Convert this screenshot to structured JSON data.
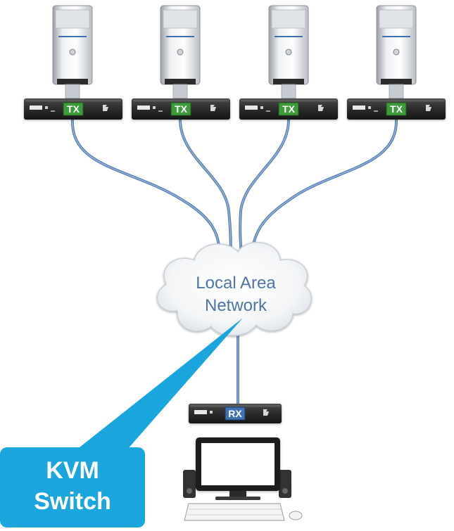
{
  "diagram": {
    "transmitters": [
      {
        "label": "TX"
      },
      {
        "label": "TX"
      },
      {
        "label": "TX"
      },
      {
        "label": "TX"
      }
    ],
    "network": {
      "line1": "Local Area",
      "line2": "Network"
    },
    "receiver": {
      "label": "RX"
    },
    "callout": {
      "line1": "KVM",
      "line2": "Switch"
    }
  },
  "colors": {
    "cable": "#5a82b8",
    "tx_badge": "#3f9a3c",
    "rx_badge": "#3f73b4",
    "cloud_text": "#4f74a8",
    "callout_fill": "#1aa6dc",
    "callout_text": "#ffffff",
    "device_body": "#2a2a2a"
  },
  "icons": {
    "server": "tower-computer-icon",
    "extender": "kvm-extender-box-icon",
    "workstation": "monitor-keyboard-mouse-speakers-icon",
    "cloud": "cloud-icon"
  }
}
